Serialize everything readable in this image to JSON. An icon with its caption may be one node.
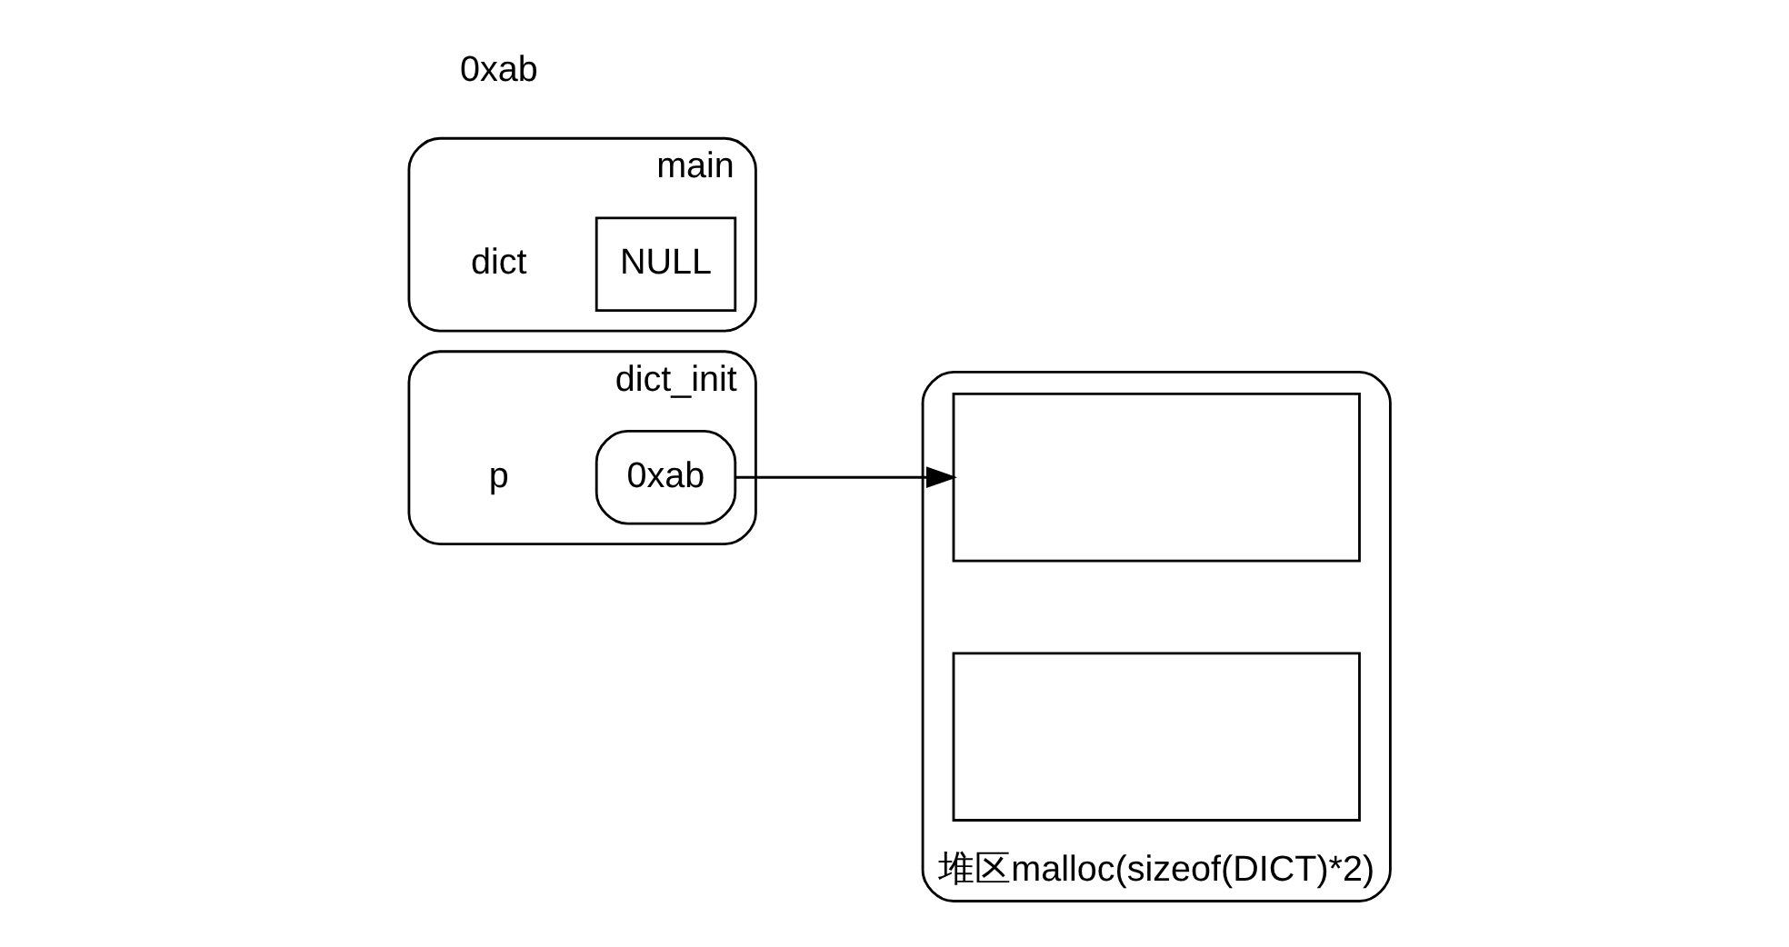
{
  "diagram": {
    "nodes": [
      {
        "text": [
          "dict_init"
        ]
      },
      {
        "text": [
          "0xab"
        ],
        "in": 0,
        "beside": [
          "p"
        ]
      },
      {
        "text": [
          "main"
        ]
      },
      {
        "text": [
          "NULL"
        ],
        "in": 2,
        "beside": [
          "dict"
        ]
      },
      {
        "text": [
          "堆区malloc(sizeof(DICT)*2)"
        ]
      },
      {
        "text": [],
        "shape": "box",
        "in": 4
      },
      {
        "text": [],
        "shape": "box",
        "in": 4
      }
    ],
    "edges": [
      {
        "from": 1,
        "to": 5,
        "arrow": "to"
      }
    ],
    "labels": [
      "0xab"
    ]
  }
}
